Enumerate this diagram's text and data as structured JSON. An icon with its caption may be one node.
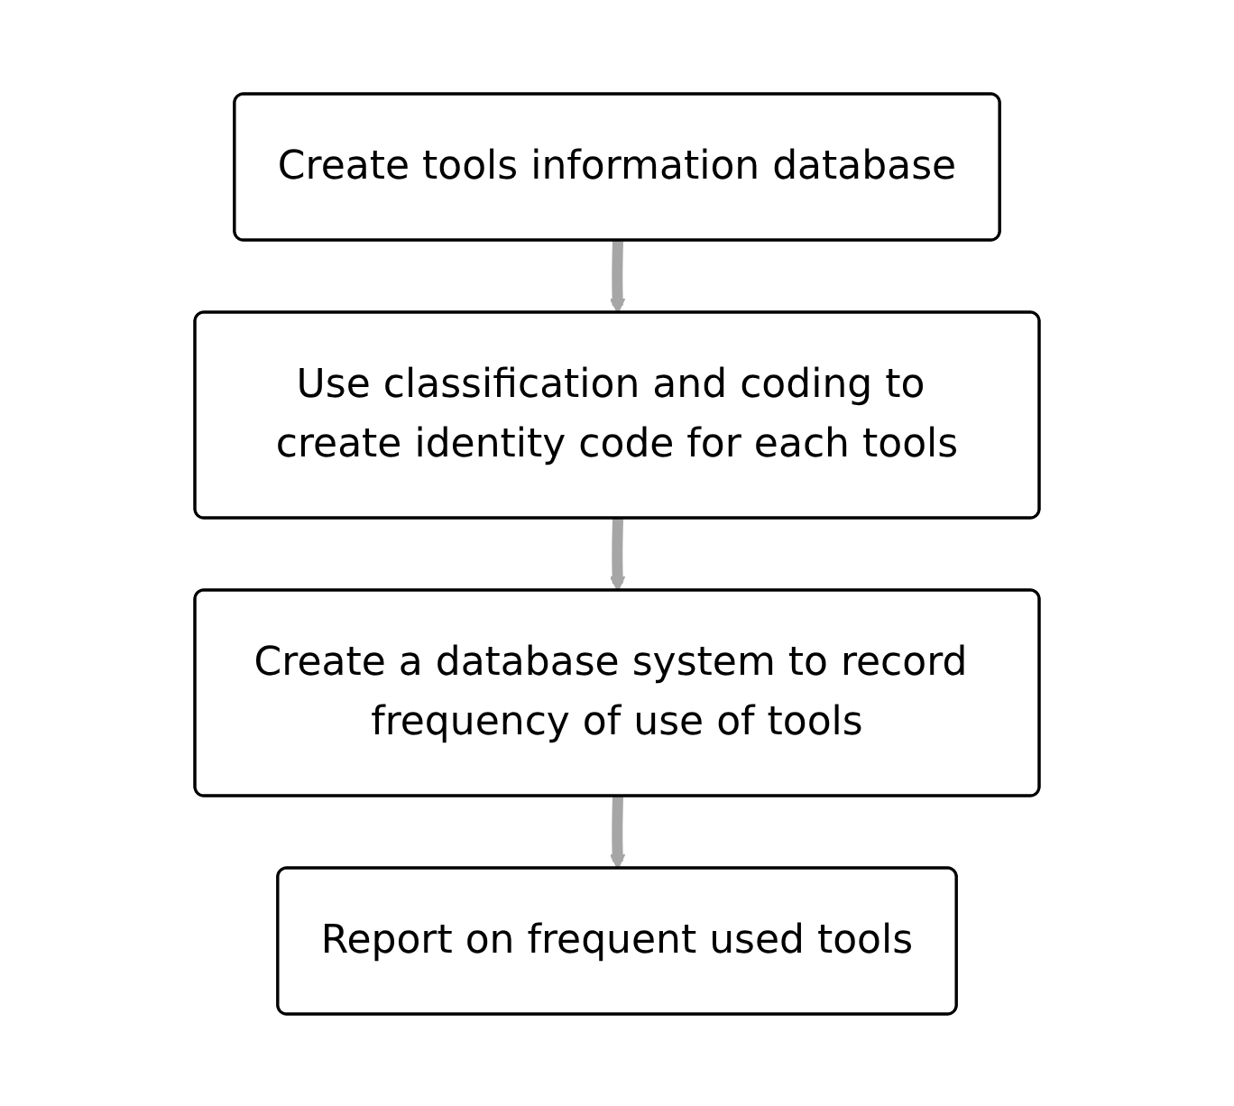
{
  "diagram": {
    "nodes": [
      {
        "text": [
          "Create tools information database"
        ]
      },
      {
        "text": [
          "Use classification and coding to create identity code for each tools"
        ]
      },
      {
        "text": [
          "Create a database system to record frequency of use of tools"
        ]
      },
      {
        "text": [
          "Report on frequent used tools"
        ]
      }
    ],
    "edges": [
      {
        "from": 0,
        "to": 1,
        "arrow": "to"
      },
      {
        "from": 1,
        "to": 2,
        "arrow": "to"
      },
      {
        "from": 2,
        "to": 3,
        "arrow": "to"
      }
    ]
  }
}
